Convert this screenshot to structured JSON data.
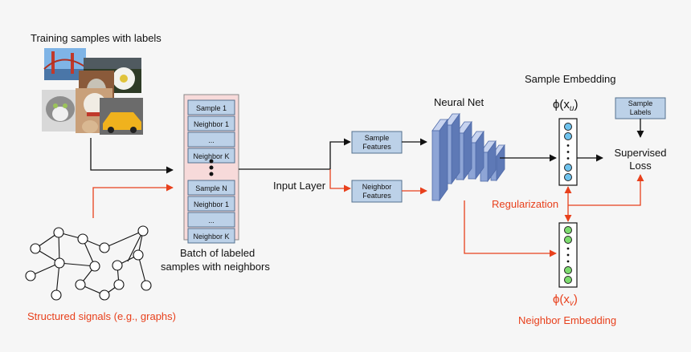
{
  "colors": {
    "background": "#f6f6f6",
    "black": "#111111",
    "red": "#e8401c",
    "batch_fill": "#f7dada",
    "cell_fill": "#bcd1e8",
    "cell_stroke": "#55718f",
    "net_front": "#8ea5d6",
    "net_top": "#c7d3ef",
    "net_side": "#5e79b6",
    "embed_blue": "#6fc3ee",
    "embed_green": "#7ddc6f"
  },
  "labels": {
    "training_samples": "Training samples with labels",
    "structured_signals": "Structured signals (e.g., graphs)",
    "batch_caption_1": "Batch of labeled",
    "batch_caption_2": "samples with neighbors",
    "input_layer": "Input Layer",
    "sample_features_1": "Sample",
    "sample_features_2": "Features",
    "neighbor_features_1": "Neighbor",
    "neighbor_features_2": "Features",
    "neural_net": "Neural Net",
    "sample_embedding": "Sample Embedding",
    "phi_sample": "ϕ(x",
    "phi_sample_sub": "u",
    "phi_neighbor": "ϕ(x",
    "phi_neighbor_sub": "v",
    "phi_close": ")",
    "sample_labels_1": "Sample",
    "sample_labels_2": "Labels",
    "supervised_loss_1": "Supervised",
    "supervised_loss_2": "Loss",
    "regularization": "Regularization",
    "neighbor_embedding": "Neighbor Embedding"
  },
  "batch": {
    "top_cells": [
      "Sample 1",
      "Neighbor 1",
      "...",
      "Neighbor K"
    ],
    "bottom_cells": [
      "Sample N",
      "Neighbor 1",
      "...",
      "Neighbor K"
    ]
  },
  "photos": [
    "bridge-photo",
    "flower-photo",
    "dog-photo",
    "cat-photo",
    "dogs-photo",
    "car-photo"
  ],
  "icons": [
    "arrow-icon",
    "vertical-ellipsis-icon"
  ]
}
